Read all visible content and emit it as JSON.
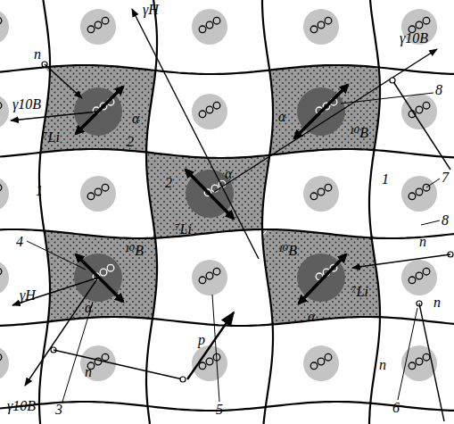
{
  "diagram": {
    "labels": [
      "γH",
      "n",
      "γ10B",
      "γ10B",
      "⁷Li",
      "α",
      "2",
      "α",
      "¹⁰B",
      "8",
      "1",
      "α",
      "2",
      "⁷Li",
      "1",
      "7",
      "8",
      "4",
      "¹⁰B",
      "¹⁰B",
      "n",
      "γH",
      "α",
      "⁷Li",
      "α",
      "n",
      "p",
      "n",
      "n",
      "γ10B",
      "3",
      "5",
      "6"
    ]
  }
}
